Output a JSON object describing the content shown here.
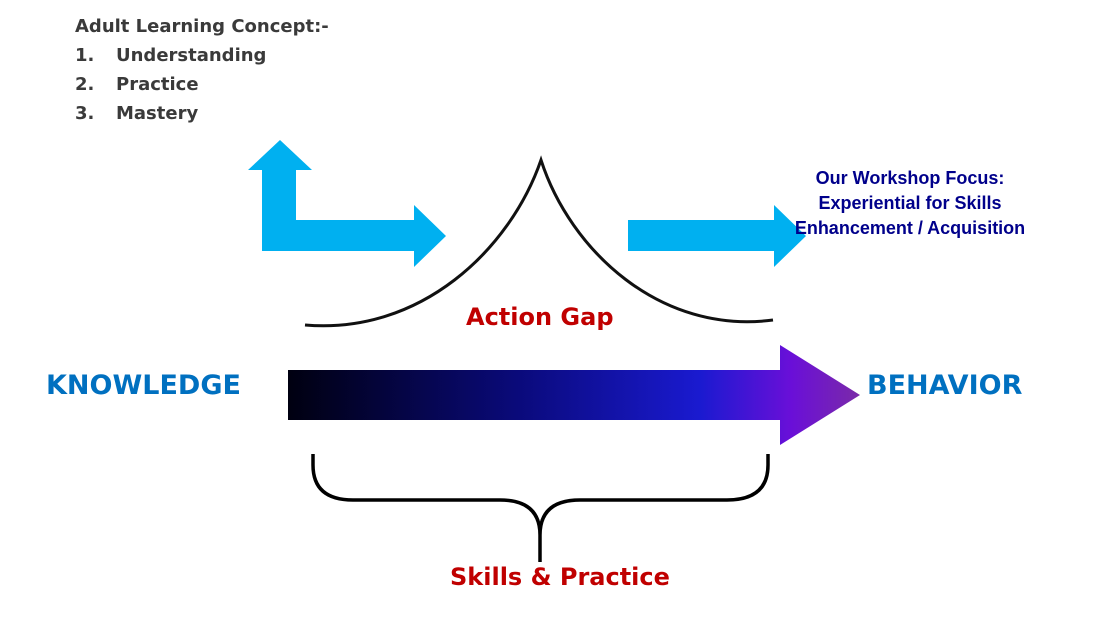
{
  "concept": {
    "title": "Adult Learning Concept:-",
    "items": [
      {
        "num": "1.",
        "label": "Understanding"
      },
      {
        "num": "2.",
        "label": "Practice"
      },
      {
        "num": "3.",
        "label": "Mastery"
      }
    ]
  },
  "focus": {
    "text": "Our Workshop Focus: Experiential for Skills Enhancement / Acquisition"
  },
  "labels": {
    "action_gap": "Action Gap",
    "skills_practice": "Skills & Practice",
    "knowledge": "KNOWLEDGE",
    "behavior": "BEHAVIOR"
  },
  "colors": {
    "arrow_cyan": "#00b0f0",
    "red_text": "#c00000",
    "blue_text": "#0070c0",
    "navy_text": "#00008b",
    "gradient": [
      "#000010",
      "#0a0a7a",
      "#1a1ad0",
      "#6a0fd8",
      "#7a2aa8"
    ]
  }
}
